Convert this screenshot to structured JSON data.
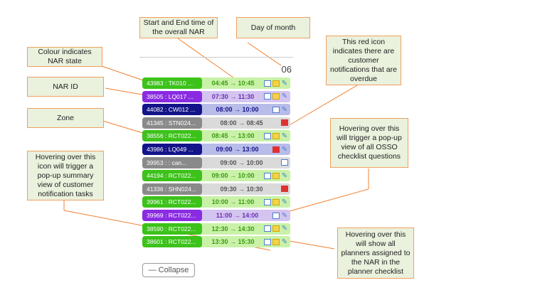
{
  "callouts": {
    "time": "Start and End time of the overall NAR",
    "day": "Day of month",
    "colour": "Colour indicates NAR state",
    "nar_id": "NAR ID",
    "red_icon": "This red icon indicates there are customer notifications that are overdue",
    "zone": "Zone",
    "osso": "Hovering over this will trigger a pop-up view of all OSSO checklist questions",
    "notif": "Hovering over this icon will trigger a pop-up summary view of customer notification tasks",
    "planners": "Hovering over this will show all planners assigned to the NAR in the planner checklist"
  },
  "day_of_month": "06",
  "collapse_label": "— Collapse",
  "rows": [
    {
      "nar": "43983 : TK010 ...",
      "time": "04:45 → 10:45",
      "nar_color": "#3cc21a",
      "row_color": "#c9f2a8",
      "time_color": "#3a9a10",
      "icons": [
        "mail",
        "note",
        "plan"
      ]
    },
    {
      "nar": "38505 : LQ017 ...",
      "time": "07:30 → 11:30",
      "nar_color": "#8a2be2",
      "row_color": "#d4c4f0",
      "time_color": "#6a30b0",
      "icons": [
        "mail",
        "note",
        "plan"
      ]
    },
    {
      "nar": "44082 : CW012 ...",
      "time": "08:00 → 10:00",
      "nar_color": "#14148a",
      "row_color": "#b8bce8",
      "time_color": "#14148a",
      "icons": [
        "mail",
        "plan"
      ]
    },
    {
      "nar": "41345 : STN024...",
      "time": "08:00 → 08:45",
      "nar_color": "#8a8a8a",
      "row_color": "#dadada",
      "time_color": "#555555",
      "icons": [
        "mail-red"
      ]
    },
    {
      "nar": "38556 : RCT022...",
      "time": "08:45 → 13:00",
      "nar_color": "#3cc21a",
      "row_color": "#c9f2a8",
      "time_color": "#3a9a10",
      "icons": [
        "mail",
        "note",
        "plan"
      ]
    },
    {
      "nar": "43986 : LQ049 ...",
      "time": "09:00 → 13:00",
      "nar_color": "#14148a",
      "row_color": "#b8bce8",
      "time_color": "#14148a",
      "icons": [
        "mail-red",
        "plan"
      ]
    },
    {
      "nar": "39953 : : can...",
      "time": "09:00 → 10:00",
      "nar_color": "#8a8a8a",
      "row_color": "#dadada",
      "time_color": "#555555",
      "icons": [
        "mail"
      ]
    },
    {
      "nar": "44194 : RCT022...",
      "time": "09:00 → 10:00",
      "nar_color": "#3cc21a",
      "row_color": "#c9f2a8",
      "time_color": "#3a9a10",
      "icons": [
        "mail",
        "note",
        "plan"
      ]
    },
    {
      "nar": "41336 : SHN024...",
      "time": "09:30 → 10:30",
      "nar_color": "#8a8a8a",
      "row_color": "#dadada",
      "time_color": "#555555",
      "icons": [
        "mail-red"
      ]
    },
    {
      "nar": "39961 : RCT022...",
      "time": "10:00 → 11:00",
      "nar_color": "#3cc21a",
      "row_color": "#c9f2a8",
      "time_color": "#3a9a10",
      "icons": [
        "mail",
        "note",
        "plan"
      ]
    },
    {
      "nar": "39969 : RCT022...",
      "time": "11:00 → 14:00",
      "nar_color": "#8a2be2",
      "row_color": "#d4c4f0",
      "time_color": "#6a30b0",
      "icons": [
        "mail",
        "plan"
      ]
    },
    {
      "nar": "38590 : RCT022...",
      "time": "12:30 → 14:30",
      "nar_color": "#3cc21a",
      "row_color": "#c9f2a8",
      "time_color": "#3a9a10",
      "icons": [
        "mail",
        "note",
        "plan"
      ]
    },
    {
      "nar": "38601 : RCT022...",
      "time": "13:30 → 15:30",
      "nar_color": "#3cc21a",
      "row_color": "#c9f2a8",
      "time_color": "#3a9a10",
      "icons": [
        "mail",
        "note",
        "plan"
      ]
    }
  ]
}
